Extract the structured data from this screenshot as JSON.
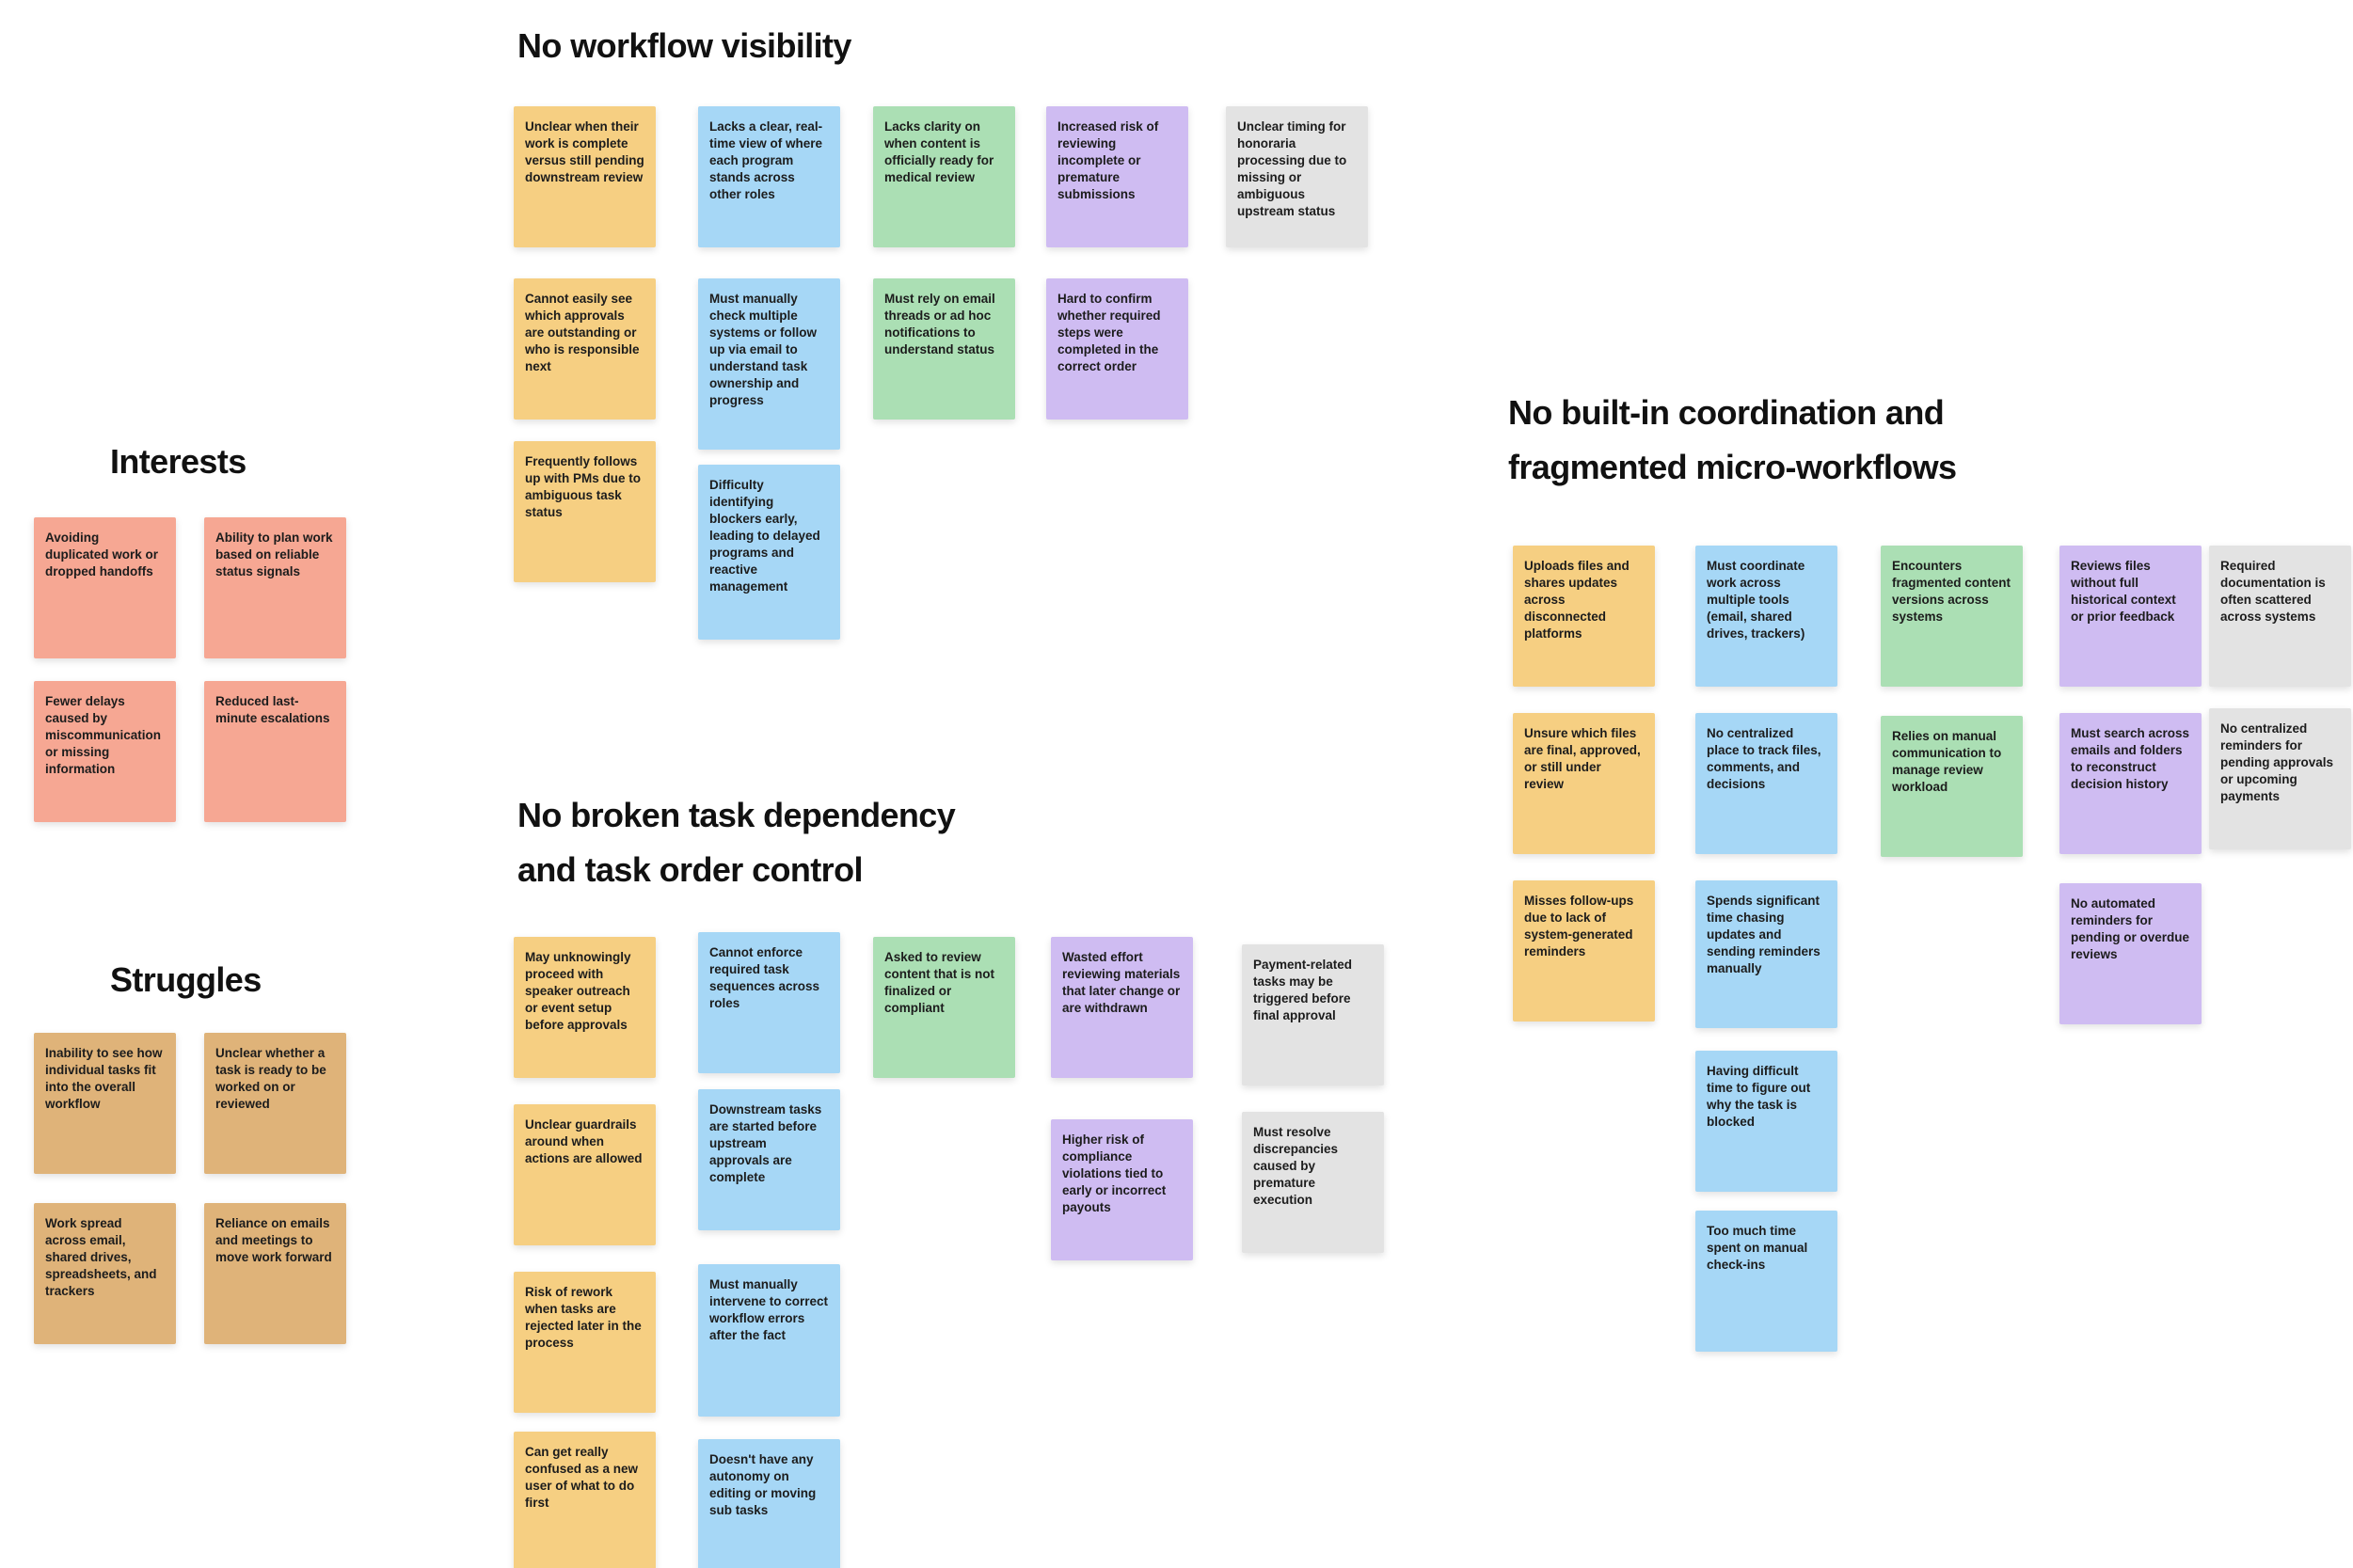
{
  "palette": {
    "canvas_bg": "#ffffff",
    "text": "#1c1c1c",
    "orange": "#F6CF82",
    "blue": "#A6D7F6",
    "green": "#ABDFB4",
    "purple": "#CFBCF2",
    "gray": "#E3E3E3",
    "salmon": "#F6A793",
    "tan": "#DFB379"
  },
  "groups": {
    "interests": {
      "title": "Interests",
      "notes": [
        {
          "text": "Avoiding duplicated work or dropped handoffs",
          "color": "salmon"
        },
        {
          "text": "Ability to plan work based on reliable status signals",
          "color": "salmon"
        },
        {
          "text": "Fewer delays caused by miscommunication or missing information",
          "color": "salmon"
        },
        {
          "text": "Reduced last-minute escalations",
          "color": "salmon"
        }
      ]
    },
    "struggles": {
      "title": "Struggles",
      "notes": [
        {
          "text": "Inability to see how individual tasks fit into the overall workflow",
          "color": "tan"
        },
        {
          "text": "Unclear whether a task is ready to be worked on or reviewed",
          "color": "tan"
        },
        {
          "text": "Work spread across email, shared drives, spreadsheets, and trackers",
          "color": "tan"
        },
        {
          "text": "Reliance on emails and meetings to move work forward",
          "color": "tan"
        }
      ]
    },
    "workflow": {
      "title": "No workflow visibility",
      "notes": [
        {
          "text": "Unclear when their work is complete versus still pending downstream review",
          "color": "orange"
        },
        {
          "text": "Lacks a clear, real-time view of where each program stands across other roles",
          "color": "blue"
        },
        {
          "text": "Lacks clarity on when content is officially ready for medical review",
          "color": "green"
        },
        {
          "text": "Increased risk of reviewing incomplete or premature submissions",
          "color": "purple"
        },
        {
          "text": "Unclear timing for honoraria processing due to missing or ambiguous upstream status",
          "color": "gray"
        },
        {
          "text": "Cannot easily see which approvals are outstanding or who is responsible next",
          "color": "orange"
        },
        {
          "text": "Must manually check multiple systems or follow up via email to understand task ownership and progress",
          "color": "blue"
        },
        {
          "text": "Must rely on email threads or ad hoc notifications to understand status",
          "color": "green"
        },
        {
          "text": "Hard to confirm whether required steps were completed in the correct order",
          "color": "purple"
        },
        {
          "text": "Frequently follows up with PMs due to ambiguous task status",
          "color": "orange"
        },
        {
          "text": "Difficulty identifying blockers early, leading to delayed programs and reactive management",
          "color": "blue"
        }
      ]
    },
    "dependency": {
      "title": "No broken task dependency\nand task order control",
      "notes": [
        {
          "text": "May unknowingly proceed with speaker outreach or event setup before approvals",
          "color": "orange"
        },
        {
          "text": "Cannot enforce required task sequences across roles",
          "color": "blue"
        },
        {
          "text": "Asked to review content that is not finalized or compliant",
          "color": "green"
        },
        {
          "text": "Wasted effort reviewing materials that later change or are withdrawn",
          "color": "purple"
        },
        {
          "text": "Payment-related tasks may be triggered before final approval",
          "color": "gray"
        },
        {
          "text": "Unclear guardrails around when actions are allowed",
          "color": "orange"
        },
        {
          "text": "Downstream tasks are started before upstream approvals are complete",
          "color": "blue"
        },
        {
          "text": "Higher risk of compliance violations tied to early or incorrect payouts",
          "color": "purple"
        },
        {
          "text": "Must resolve discrepancies caused by premature execution",
          "color": "gray"
        },
        {
          "text": "Risk of rework when tasks are rejected later in the process",
          "color": "orange"
        },
        {
          "text": "Must manually intervene to correct workflow errors after the fact",
          "color": "blue"
        },
        {
          "text": "Can get really confused as a new user of what to do first",
          "color": "orange"
        },
        {
          "text": "Doesn't have any autonomy on editing or moving sub tasks",
          "color": "blue"
        }
      ]
    },
    "coordination": {
      "title": "No built-in coordination and\nfragmented micro-workflows",
      "notes": [
        {
          "text": "Uploads files and shares updates across disconnected platforms",
          "color": "orange"
        },
        {
          "text": "Must coordinate work across multiple tools (email, shared drives, trackers)",
          "color": "blue"
        },
        {
          "text": "Encounters fragmented content versions across systems",
          "color": "green"
        },
        {
          "text": "Reviews files without full historical context or prior feedback",
          "color": "purple"
        },
        {
          "text": "Required documentation is often scattered across systems",
          "color": "gray"
        },
        {
          "text": "Unsure which files are final, approved, or still under review",
          "color": "orange"
        },
        {
          "text": "No centralized place to track files, comments, and decisions",
          "color": "blue"
        },
        {
          "text": "Relies on manual communication to manage review workload",
          "color": "green"
        },
        {
          "text": "Must search across emails and folders to reconstruct decision history",
          "color": "purple"
        },
        {
          "text": "No centralized reminders for pending approvals or upcoming payments",
          "color": "gray"
        },
        {
          "text": "Misses follow-ups due to lack of system-generated reminders",
          "color": "orange"
        },
        {
          "text": "Spends significant time chasing updates and sending reminders manually",
          "color": "blue"
        },
        {
          "text": "No automated reminders for pending or overdue reviews",
          "color": "purple"
        },
        {
          "text": "Having difficult time to figure out why the task is blocked",
          "color": "blue"
        },
        {
          "text": "Too much time spent on manual check-ins",
          "color": "blue"
        }
      ]
    }
  }
}
